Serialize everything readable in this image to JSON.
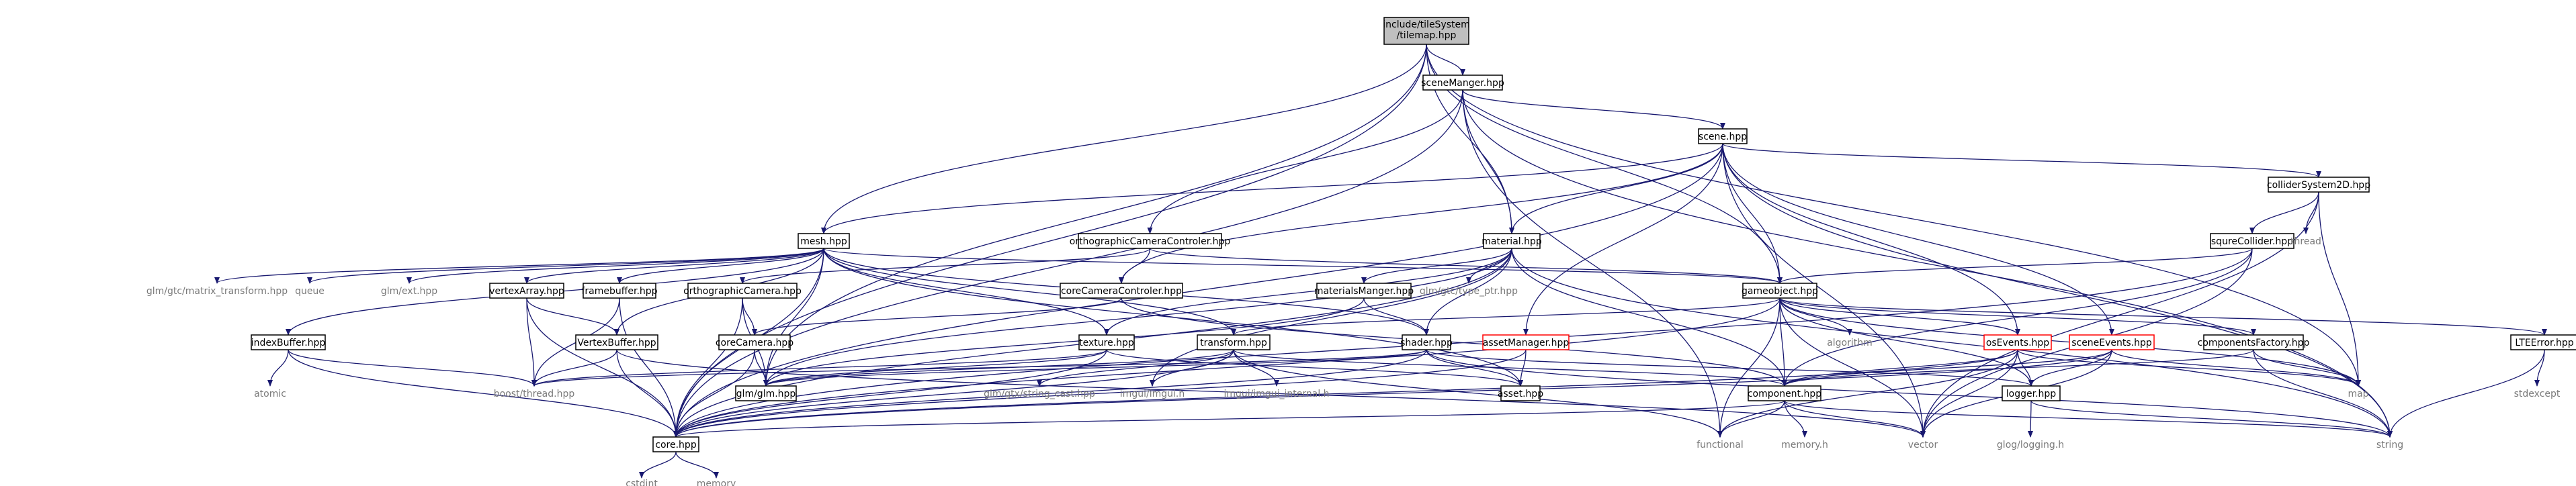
{
  "diagram": {
    "type": "include-dependency-graph",
    "edge_color": "#191970",
    "root_fill": "#bfbfbf",
    "truncated_border": "#ff0000",
    "nodes": [
      {
        "id": "tilemap",
        "label": "include/tileSystem/tilemap.hpp",
        "lines": [
          "include/tileSystem",
          "/tilemap.hpp"
        ],
        "kind": "root"
      },
      {
        "id": "sceneManager",
        "label": "sceneManger.hpp"
      },
      {
        "id": "scene",
        "label": "scene.hpp"
      },
      {
        "id": "mesh",
        "label": "mesh.hpp"
      },
      {
        "id": "orthoCamCtrl",
        "label": "orthographicCameraControler.hpp"
      },
      {
        "id": "material",
        "label": "material.hpp"
      },
      {
        "id": "colliderSystem2D",
        "label": "colliderSystem2D.hpp"
      },
      {
        "id": "squreCollider",
        "label": "squreCollider.hpp"
      },
      {
        "id": "gameobject",
        "label": "gameobject.hpp"
      },
      {
        "id": "vertexArray",
        "label": "vertexArray.hpp"
      },
      {
        "id": "framebuffer",
        "label": "framebuffer.hpp"
      },
      {
        "id": "orthoCamera",
        "label": "orthographicCamera.hpp"
      },
      {
        "id": "coreCamCtrl",
        "label": "coreCameraControler.hpp"
      },
      {
        "id": "materialsManager",
        "label": "materialsManger.hpp"
      },
      {
        "id": "indexBuffer",
        "label": "indexBuffer.hpp"
      },
      {
        "id": "vertexBuffer",
        "label": "VertexBuffer.hpp"
      },
      {
        "id": "coreCamera",
        "label": "coreCamera.hpp"
      },
      {
        "id": "texture",
        "label": "texture.hpp"
      },
      {
        "id": "transform",
        "label": "transform.hpp"
      },
      {
        "id": "shader",
        "label": "shader.hpp"
      },
      {
        "id": "assetManager",
        "label": "assetManager.hpp",
        "kind": "red"
      },
      {
        "id": "osEvents",
        "label": "osEvents.hpp",
        "kind": "red"
      },
      {
        "id": "sceneEvents",
        "label": "sceneEvents.hpp",
        "kind": "red"
      },
      {
        "id": "componentsFactory",
        "label": "componentsFactory.hpp"
      },
      {
        "id": "LTEError",
        "label": "LTEError.hpp"
      },
      {
        "id": "component",
        "label": "component.hpp"
      },
      {
        "id": "logger",
        "label": "logger.hpp"
      },
      {
        "id": "asset",
        "label": "asset.hpp"
      },
      {
        "id": "glm",
        "label": "glm/glm.hpp"
      },
      {
        "id": "core",
        "label": "core.hpp"
      },
      {
        "id": "glmMatrixTransform",
        "label": "glm/gtc/matrix_transform.hpp",
        "kind": "ext"
      },
      {
        "id": "queue",
        "label": "queue",
        "kind": "ext"
      },
      {
        "id": "glmExt",
        "label": "glm/ext.hpp",
        "kind": "ext"
      },
      {
        "id": "glmTypePtr",
        "label": "glm/gtc/type_ptr.hpp",
        "kind": "ext"
      },
      {
        "id": "algorithm",
        "label": "algorithm",
        "kind": "ext"
      },
      {
        "id": "thread",
        "label": "thread",
        "kind": "ext"
      },
      {
        "id": "atomic",
        "label": "atomic",
        "kind": "ext"
      },
      {
        "id": "boostThread",
        "label": "boost/thread.hpp",
        "kind": "ext"
      },
      {
        "id": "glmStringCast",
        "label": "glm/gtx/string_cast.hpp",
        "kind": "ext"
      },
      {
        "id": "imgui",
        "label": "imgui/imgui.h",
        "kind": "ext"
      },
      {
        "id": "imguiInternal",
        "label": "imgui/imgui_internal.h",
        "kind": "ext"
      },
      {
        "id": "map",
        "label": "map",
        "kind": "ext"
      },
      {
        "id": "stdexcept",
        "label": "stdexcept",
        "kind": "ext"
      },
      {
        "id": "functional",
        "label": "functional",
        "kind": "ext"
      },
      {
        "id": "memoryH",
        "label": "memory.h",
        "kind": "ext"
      },
      {
        "id": "vector",
        "label": "vector",
        "kind": "ext"
      },
      {
        "id": "glogLogging",
        "label": "glog/logging.h",
        "kind": "ext"
      },
      {
        "id": "string",
        "label": "string",
        "kind": "ext"
      },
      {
        "id": "cstdint",
        "label": "cstdint",
        "kind": "ext"
      },
      {
        "id": "memory",
        "label": "memory",
        "kind": "ext"
      }
    ],
    "edges": [
      [
        "tilemap",
        "sceneManager"
      ],
      [
        "tilemap",
        "mesh"
      ],
      [
        "tilemap",
        "material"
      ],
      [
        "tilemap",
        "gameobject"
      ],
      [
        "tilemap",
        "glm"
      ],
      [
        "tilemap",
        "core"
      ],
      [
        "tilemap",
        "map"
      ],
      [
        "sceneManager",
        "scene"
      ],
      [
        "sceneManager",
        "orthoCamCtrl"
      ],
      [
        "sceneManager",
        "material"
      ],
      [
        "sceneManager",
        "core"
      ],
      [
        "sceneManager",
        "functional"
      ],
      [
        "sceneManager",
        "string"
      ],
      [
        "scene",
        "mesh"
      ],
      [
        "scene",
        "material"
      ],
      [
        "scene",
        "gameobject"
      ],
      [
        "scene",
        "colliderSystem2D"
      ],
      [
        "scene",
        "coreCamCtrl"
      ],
      [
        "scene",
        "assetManager"
      ],
      [
        "scene",
        "osEvents"
      ],
      [
        "scene",
        "sceneEvents"
      ],
      [
        "scene",
        "core"
      ],
      [
        "scene",
        "vector"
      ],
      [
        "scene",
        "string"
      ],
      [
        "mesh",
        "glmMatrixTransform"
      ],
      [
        "mesh",
        "queue"
      ],
      [
        "mesh",
        "glmExt"
      ],
      [
        "mesh",
        "vertexArray"
      ],
      [
        "mesh",
        "framebuffer"
      ],
      [
        "mesh",
        "indexBuffer"
      ],
      [
        "mesh",
        "vertexBuffer"
      ],
      [
        "mesh",
        "shader"
      ],
      [
        "mesh",
        "texture"
      ],
      [
        "mesh",
        "glm"
      ],
      [
        "mesh",
        "core"
      ],
      [
        "mesh",
        "asset"
      ],
      [
        "mesh",
        "gameobject"
      ],
      [
        "mesh",
        "transform"
      ],
      [
        "orthoCamCtrl",
        "orthoCamera"
      ],
      [
        "orthoCamCtrl",
        "coreCamCtrl"
      ],
      [
        "orthoCamCtrl",
        "gameobject"
      ],
      [
        "material",
        "glmTypePtr"
      ],
      [
        "material",
        "materialsManager"
      ],
      [
        "material",
        "shader"
      ],
      [
        "material",
        "texture"
      ],
      [
        "material",
        "glm"
      ],
      [
        "material",
        "core"
      ],
      [
        "material",
        "component"
      ],
      [
        "material",
        "string"
      ],
      [
        "material",
        "imgui"
      ],
      [
        "colliderSystem2D",
        "squreCollider"
      ],
      [
        "colliderSystem2D",
        "thread"
      ],
      [
        "colliderSystem2D",
        "map"
      ],
      [
        "colliderSystem2D",
        "vector"
      ],
      [
        "squreCollider",
        "gameobject"
      ],
      [
        "squreCollider",
        "component"
      ],
      [
        "squreCollider",
        "core"
      ],
      [
        "squreCollider",
        "vector"
      ],
      [
        "gameobject",
        "transform"
      ],
      [
        "gameobject",
        "algorithm"
      ],
      [
        "gameobject",
        "osEvents"
      ],
      [
        "gameobject",
        "componentsFactory"
      ],
      [
        "gameobject",
        "LTEError"
      ],
      [
        "gameobject",
        "component"
      ],
      [
        "gameobject",
        "logger"
      ],
      [
        "gameobject",
        "core"
      ],
      [
        "gameobject",
        "functional"
      ],
      [
        "gameobject",
        "vector"
      ],
      [
        "gameobject",
        "map"
      ],
      [
        "vertexArray",
        "vertexBuffer"
      ],
      [
        "vertexArray",
        "core"
      ],
      [
        "vertexArray",
        "boostThread"
      ],
      [
        "framebuffer",
        "core"
      ],
      [
        "framebuffer",
        "boostThread"
      ],
      [
        "orthoCamera",
        "coreCamera"
      ],
      [
        "orthoCamera",
        "glm"
      ],
      [
        "orthoCamera",
        "core"
      ],
      [
        "coreCamCtrl",
        "coreCamera"
      ],
      [
        "coreCamCtrl",
        "component"
      ],
      [
        "coreCamera",
        "glm"
      ],
      [
        "coreCamera",
        "core"
      ],
      [
        "materialsManager",
        "shader"
      ],
      [
        "materialsManager",
        "glm"
      ],
      [
        "indexBuffer",
        "atomic"
      ],
      [
        "indexBuffer",
        "boostThread"
      ],
      [
        "indexBuffer",
        "core"
      ],
      [
        "vertexBuffer",
        "core"
      ],
      [
        "vertexBuffer",
        "boostThread"
      ],
      [
        "vertexBuffer",
        "vector"
      ],
      [
        "texture",
        "glm"
      ],
      [
        "texture",
        "core"
      ],
      [
        "texture",
        "asset"
      ],
      [
        "texture",
        "boostThread"
      ],
      [
        "transform",
        "glm"
      ],
      [
        "transform",
        "glmStringCast"
      ],
      [
        "transform",
        "imgui"
      ],
      [
        "transform",
        "imguiInternal"
      ],
      [
        "transform",
        "component"
      ],
      [
        "transform",
        "core"
      ],
      [
        "transform",
        "functional"
      ],
      [
        "shader",
        "glm"
      ],
      [
        "shader",
        "asset"
      ],
      [
        "shader",
        "core"
      ],
      [
        "shader",
        "logger"
      ],
      [
        "shader",
        "boostThread"
      ],
      [
        "shader",
        "string"
      ],
      [
        "assetManager",
        "asset"
      ],
      [
        "assetManager",
        "core"
      ],
      [
        "osEvents",
        "component"
      ],
      [
        "osEvents",
        "logger"
      ],
      [
        "osEvents",
        "core"
      ],
      [
        "osEvents",
        "map"
      ],
      [
        "osEvents",
        "functional"
      ],
      [
        "osEvents",
        "vector"
      ],
      [
        "sceneEvents",
        "component"
      ],
      [
        "sceneEvents",
        "logger"
      ],
      [
        "sceneEvents",
        "core"
      ],
      [
        "sceneEvents",
        "map"
      ],
      [
        "sceneEvents",
        "vector"
      ],
      [
        "componentsFactory",
        "component"
      ],
      [
        "componentsFactory",
        "map"
      ],
      [
        "componentsFactory",
        "string"
      ],
      [
        "LTEError",
        "stdexcept"
      ],
      [
        "LTEError",
        "string"
      ],
      [
        "component",
        "core"
      ],
      [
        "component",
        "memoryH"
      ],
      [
        "component",
        "functional"
      ],
      [
        "component",
        "vector"
      ],
      [
        "component",
        "string"
      ],
      [
        "logger",
        "glogLogging"
      ],
      [
        "logger",
        "string"
      ],
      [
        "core",
        "cstdint"
      ],
      [
        "core",
        "memory"
      ]
    ]
  }
}
